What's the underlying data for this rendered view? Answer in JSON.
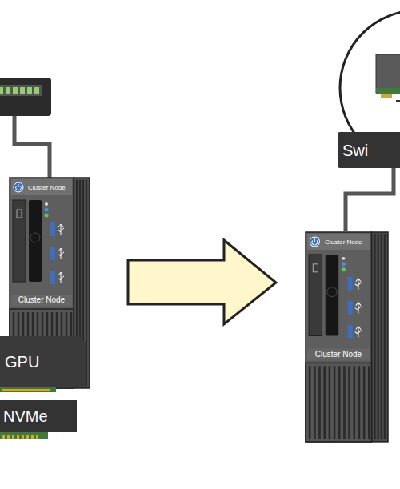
{
  "diagram": {
    "nodes": [
      {
        "text": [
          "Cluster Node",
          "Cluster Node"
        ]
      },
      {
        "text": [
          "GPU"
        ]
      },
      {
        "text": [
          "NVMe"
        ]
      },
      {
        "text": [
          "Swi"
        ]
      },
      {
        "text": [
          "Cluster Node",
          "Cluster Node"
        ]
      }
    ],
    "edges": [
      {
        "from": 3,
        "to": 4,
        "arrow": "none"
      }
    ]
  }
}
